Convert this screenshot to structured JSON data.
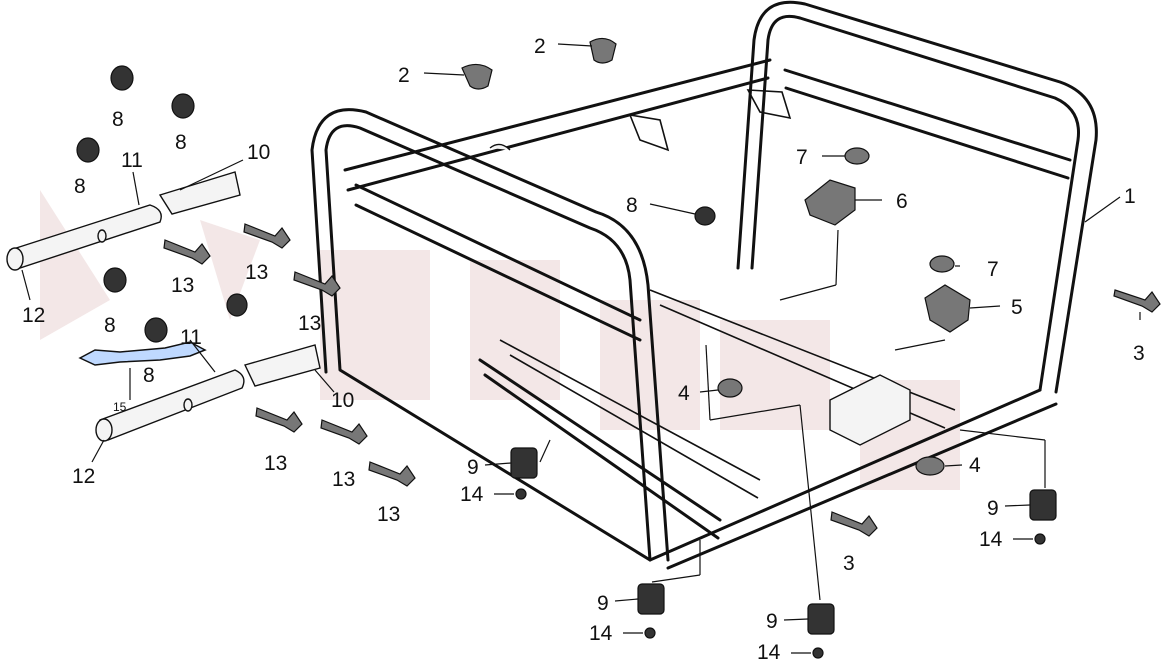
{
  "callouts": {
    "c1": "1",
    "c2a": "2",
    "c2b": "2",
    "c3a": "3",
    "c3b": "3",
    "c4a": "4",
    "c4b": "4",
    "c5": "5",
    "c6": "6",
    "c7a": "7",
    "c7b": "7",
    "c8a": "8",
    "c8b": "8",
    "c8c": "8",
    "c8d": "8",
    "c8e": "8",
    "c8f": "8",
    "c9a": "9",
    "c9b": "9",
    "c9c": "9",
    "c9d": "9",
    "c10a": "10",
    "c10b": "10",
    "c11a": "11",
    "c11b": "11",
    "c12a": "12",
    "c12b": "12",
    "c13a": "13",
    "c13b": "13",
    "c13c": "13",
    "c13d": "13",
    "c13e": "13",
    "c13f": "13",
    "c14a": "14",
    "c14b": "14",
    "c14c": "14",
    "c14d": "14",
    "c15": "15"
  },
  "colors": {
    "line": "#111111",
    "part_fill": "#777777",
    "watermark": "#e9d3d3",
    "highlight": "#bfd9ff"
  }
}
